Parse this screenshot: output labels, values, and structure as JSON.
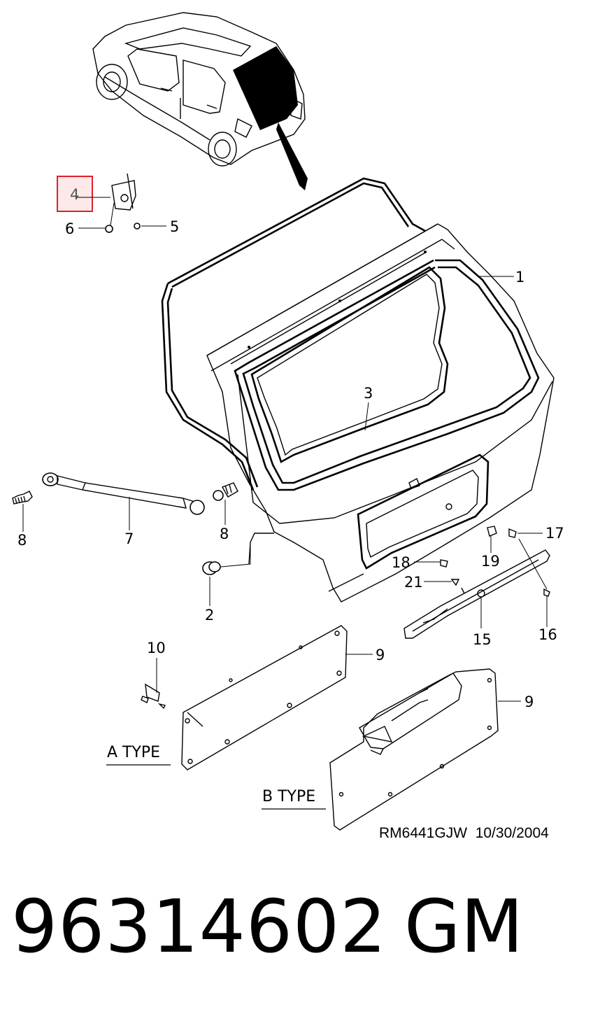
{
  "callouts": [
    {
      "id": "c1",
      "text": "1"
    },
    {
      "id": "c2",
      "text": "2"
    },
    {
      "id": "c3",
      "text": "3"
    },
    {
      "id": "c4",
      "text": "4",
      "highlighted": true
    },
    {
      "id": "c5",
      "text": "5"
    },
    {
      "id": "c6",
      "text": "6"
    },
    {
      "id": "c7",
      "text": "7"
    },
    {
      "id": "c8a",
      "text": "8"
    },
    {
      "id": "c8b",
      "text": "8"
    },
    {
      "id": "c9a",
      "text": "9"
    },
    {
      "id": "c9b",
      "text": "9"
    },
    {
      "id": "c10",
      "text": "10"
    },
    {
      "id": "c15",
      "text": "15"
    },
    {
      "id": "c16",
      "text": "16"
    },
    {
      "id": "c17",
      "text": "17"
    },
    {
      "id": "c18",
      "text": "18"
    },
    {
      "id": "c19",
      "text": "19"
    },
    {
      "id": "c21",
      "text": "21"
    }
  ],
  "type_labels": {
    "a": "A TYPE",
    "b": "B TYPE"
  },
  "drawing_code": "RM6441GJW  10/30/2004",
  "part_number": "96314602",
  "brand": "GM",
  "colors": {
    "highlight_border": "#e0202a",
    "highlight_fill": "#fde8ea"
  }
}
